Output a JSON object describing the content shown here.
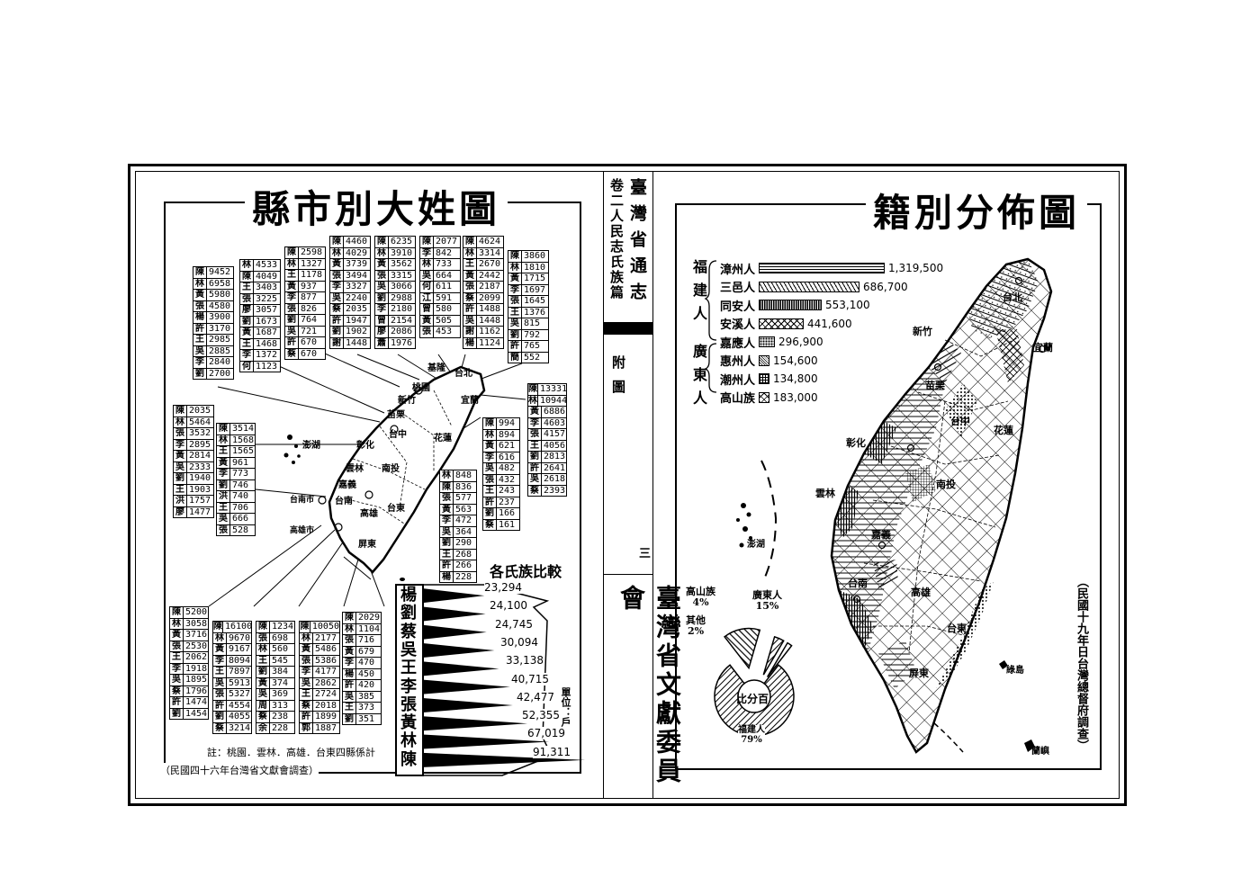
{
  "spine": {
    "title_top": "臺灣省通志",
    "title_bottom": "臺灣省文獻委員會",
    "volume": "卷二人民志氏族篇",
    "section": "附圖",
    "page": "三"
  },
  "left_panel": {
    "title": "縣市別大姓圖",
    "source": "（民國四十六年台灣省文獻會調查）",
    "note": "註：桃園．雲林．高雄．台東四縣係計",
    "map_labels": [
      "台北",
      "基隆",
      "桃園",
      "新竹",
      "苗栗",
      "台中",
      "彰化",
      "南投",
      "雲林",
      "嘉義",
      "台南",
      "高雄",
      "屏東",
      "台東",
      "花蓮",
      "宜蘭",
      "澎湖",
      "台南市",
      "高雄市"
    ],
    "tables": [
      {
        "rows": [
          [
            "陳",
            "9452"
          ],
          [
            "林",
            "6958"
          ],
          [
            "黃",
            "5980"
          ],
          [
            "張",
            "4580"
          ],
          [
            "楊",
            "3900"
          ],
          [
            "許",
            "3170"
          ],
          [
            "王",
            "2985"
          ],
          [
            "吳",
            "2885"
          ],
          [
            "李",
            "2840"
          ],
          [
            "劉",
            "2700"
          ]
        ]
      },
      {
        "rows": [
          [
            "林",
            "4533"
          ],
          [
            "陳",
            "4049"
          ],
          [
            "王",
            "3403"
          ],
          [
            "張",
            "3225"
          ],
          [
            "廖",
            "3057"
          ],
          [
            "劉",
            "1673"
          ],
          [
            "黃",
            "1687"
          ],
          [
            "王",
            "1468"
          ],
          [
            "李",
            "1372"
          ],
          [
            "何",
            "1123"
          ]
        ]
      },
      {
        "rows": [
          [
            "陳",
            "2598"
          ],
          [
            "林",
            "1327"
          ],
          [
            "王",
            "1178"
          ],
          [
            "黃",
            "937"
          ],
          [
            "李",
            "877"
          ],
          [
            "張",
            "826"
          ],
          [
            "劉",
            "764"
          ],
          [
            "吳",
            "721"
          ],
          [
            "許",
            "670"
          ],
          [
            "蔡",
            "670"
          ]
        ]
      },
      {
        "rows": [
          [
            "陳",
            "4460"
          ],
          [
            "林",
            "4029"
          ],
          [
            "黃",
            "3739"
          ],
          [
            "張",
            "3494"
          ],
          [
            "李",
            "3327"
          ],
          [
            "吳",
            "2240"
          ],
          [
            "蔡",
            "2035"
          ],
          [
            "許",
            "1947"
          ],
          [
            "劉",
            "1902"
          ],
          [
            "謝",
            "1448"
          ]
        ]
      },
      {
        "rows": [
          [
            "陳",
            "6235"
          ],
          [
            "林",
            "3910"
          ],
          [
            "黃",
            "3562"
          ],
          [
            "張",
            "3315"
          ],
          [
            "吳",
            "3066"
          ],
          [
            "劉",
            "2988"
          ],
          [
            "李",
            "2180"
          ],
          [
            "曾",
            "2154"
          ],
          [
            "廖",
            "2086"
          ],
          [
            "蕭",
            "1976"
          ]
        ]
      },
      {
        "rows": [
          [
            "陳",
            "2077"
          ],
          [
            "李",
            "842"
          ],
          [
            "林",
            "733"
          ],
          [
            "吳",
            "664"
          ],
          [
            "何",
            "611"
          ],
          [
            "江",
            "591"
          ],
          [
            "曾",
            "580"
          ],
          [
            "黃",
            "505"
          ],
          [
            "張",
            "453"
          ]
        ]
      },
      {
        "rows": [
          [
            "陳",
            "4624"
          ],
          [
            "林",
            "3314"
          ],
          [
            "王",
            "2670"
          ],
          [
            "黃",
            "2442"
          ],
          [
            "張",
            "2187"
          ],
          [
            "蔡",
            "2099"
          ],
          [
            "許",
            "1488"
          ],
          [
            "吳",
            "1448"
          ],
          [
            "謝",
            "1162"
          ],
          [
            "楊",
            "1124"
          ]
        ]
      },
      {
        "rows": [
          [
            "陳",
            "3860"
          ],
          [
            "林",
            "1810"
          ],
          [
            "黃",
            "1715"
          ],
          [
            "李",
            "1697"
          ],
          [
            "張",
            "1645"
          ],
          [
            "王",
            "1376"
          ],
          [
            "吳",
            "815"
          ],
          [
            "劉",
            "792"
          ],
          [
            "許",
            "765"
          ],
          [
            "簡",
            "552"
          ]
        ]
      },
      {
        "rows": [
          [
            "陳",
            "13331"
          ],
          [
            "林",
            "10944"
          ],
          [
            "黃",
            "6886"
          ],
          [
            "李",
            "4603"
          ],
          [
            "張",
            "4157"
          ],
          [
            "王",
            "4056"
          ],
          [
            "劉",
            "2813"
          ],
          [
            "許",
            "2641"
          ],
          [
            "吳",
            "2618"
          ],
          [
            "蔡",
            "2393"
          ]
        ]
      },
      {
        "rows": [
          [
            "陳",
            "2035"
          ],
          [
            "林",
            "5464"
          ],
          [
            "張",
            "3532"
          ],
          [
            "李",
            "2895"
          ],
          [
            "黃",
            "2814"
          ],
          [
            "吳",
            "2333"
          ],
          [
            "劉",
            "1940"
          ],
          [
            "王",
            "1903"
          ],
          [
            "洪",
            "1757"
          ],
          [
            "廖",
            "1477"
          ]
        ]
      },
      {
        "rows": [
          [
            "陳",
            "3514"
          ],
          [
            "林",
            "1568"
          ],
          [
            "王",
            "1565"
          ],
          [
            "黃",
            "961"
          ],
          [
            "李",
            "773"
          ],
          [
            "劉",
            "746"
          ],
          [
            "洪",
            "740"
          ],
          [
            "王",
            "706"
          ],
          [
            "吳",
            "666"
          ],
          [
            "張",
            "528"
          ]
        ]
      },
      {
        "rows": [
          [
            "陳",
            "994"
          ],
          [
            "林",
            "894"
          ],
          [
            "黃",
            "621"
          ],
          [
            "李",
            "616"
          ],
          [
            "吳",
            "482"
          ],
          [
            "張",
            "432"
          ],
          [
            "王",
            "243"
          ],
          [
            "許",
            "237"
          ],
          [
            "劉",
            "166"
          ],
          [
            "蔡",
            "161"
          ]
        ]
      },
      {
        "rows": [
          [
            "林",
            "848"
          ],
          [
            "陳",
            "836"
          ],
          [
            "張",
            "577"
          ],
          [
            "黃",
            "563"
          ],
          [
            "李",
            "472"
          ],
          [
            "吳",
            "364"
          ],
          [
            "劉",
            "290"
          ],
          [
            "王",
            "268"
          ],
          [
            "許",
            "266"
          ],
          [
            "楊",
            "228"
          ]
        ]
      },
      {
        "rows": [
          [
            "陳",
            "5200"
          ],
          [
            "林",
            "3058"
          ],
          [
            "黃",
            "3716"
          ],
          [
            "張",
            "2530"
          ],
          [
            "王",
            "2062"
          ],
          [
            "李",
            "1918"
          ],
          [
            "吳",
            "1895"
          ],
          [
            "蔡",
            "1796"
          ],
          [
            "許",
            "1474"
          ],
          [
            "劉",
            "1454"
          ]
        ]
      },
      {
        "rows": [
          [
            "陳",
            "16100"
          ],
          [
            "林",
            "9670"
          ],
          [
            "黃",
            "9167"
          ],
          [
            "李",
            "8094"
          ],
          [
            "王",
            "7897"
          ],
          [
            "吳",
            "5913"
          ],
          [
            "張",
            "5327"
          ],
          [
            "許",
            "4554"
          ],
          [
            "劉",
            "4055"
          ],
          [
            "蔡",
            "3214"
          ]
        ]
      },
      {
        "rows": [
          [
            "陳",
            "1234"
          ],
          [
            "張",
            "698"
          ],
          [
            "林",
            "560"
          ],
          [
            "王",
            "545"
          ],
          [
            "劉",
            "384"
          ],
          [
            "黃",
            "374"
          ],
          [
            "吳",
            "369"
          ],
          [
            "周",
            "313"
          ],
          [
            "蔡",
            "238"
          ],
          [
            "余",
            "228"
          ]
        ]
      },
      {
        "rows": [
          [
            "陳",
            "10050"
          ],
          [
            "林",
            "2177"
          ],
          [
            "黃",
            "5486"
          ],
          [
            "張",
            "5386"
          ],
          [
            "李",
            "4177"
          ],
          [
            "吳",
            "2862"
          ],
          [
            "王",
            "2724"
          ],
          [
            "蔡",
            "2018"
          ],
          [
            "許",
            "1899"
          ],
          [
            "郭",
            "1887"
          ]
        ]
      },
      {
        "rows": [
          [
            "陳",
            "2029"
          ],
          [
            "林",
            "1104"
          ],
          [
            "張",
            "716"
          ],
          [
            "黃",
            "679"
          ],
          [
            "李",
            "470"
          ],
          [
            "楊",
            "450"
          ],
          [
            "許",
            "420"
          ],
          [
            "吳",
            "385"
          ],
          [
            "王",
            "373"
          ],
          [
            "劉",
            "351"
          ]
        ]
      }
    ],
    "comparison": {
      "title": "各氏族比較",
      "unit": "單位：戶",
      "surnames": [
        "楊",
        "劉",
        "蔡",
        "吳",
        "王",
        "李",
        "張",
        "黃",
        "林",
        "陳"
      ],
      "values": [
        "23,294",
        "24,100",
        "24,745",
        "30,094",
        "33,138",
        "40,715",
        "42,477",
        "52,355",
        "67,019",
        "91,311"
      ]
    }
  },
  "right_panel": {
    "title": "籍別分佈圖",
    "source": "（民國十九年日台灣總督府調查）",
    "group_labels": {
      "fujian": "福建人",
      "guangdong": "廣東人"
    },
    "legend": [
      {
        "label": "漳州人",
        "value": "1,319,500"
      },
      {
        "label": "三邑人",
        "value": "686,700"
      },
      {
        "label": "同安人",
        "value": "553,100"
      },
      {
        "label": "安溪人",
        "value": "441,600"
      },
      {
        "label": "嘉應人",
        "value": "296,900"
      },
      {
        "label": "惠州人",
        "value": "154,600"
      },
      {
        "label": "潮州人",
        "value": "134,800"
      },
      {
        "label": "高山族",
        "value": "183,000"
      }
    ],
    "pie": {
      "center_label": "比分百",
      "slices": [
        {
          "label": "廣東人",
          "pct": "15%"
        },
        {
          "label": "高山族",
          "pct": "4%"
        },
        {
          "label": "其他",
          "pct": "2%"
        },
        {
          "label": "福建人",
          "pct": "79%"
        }
      ]
    },
    "map_labels": [
      "台北",
      "宜蘭",
      "新竹",
      "苗栗",
      "台中",
      "彰化",
      "南投",
      "雲林",
      "嘉義",
      "台南",
      "高雄",
      "屏東",
      "台東",
      "花蓮",
      "澎湖",
      "綠島",
      "蘭嶼"
    ]
  }
}
